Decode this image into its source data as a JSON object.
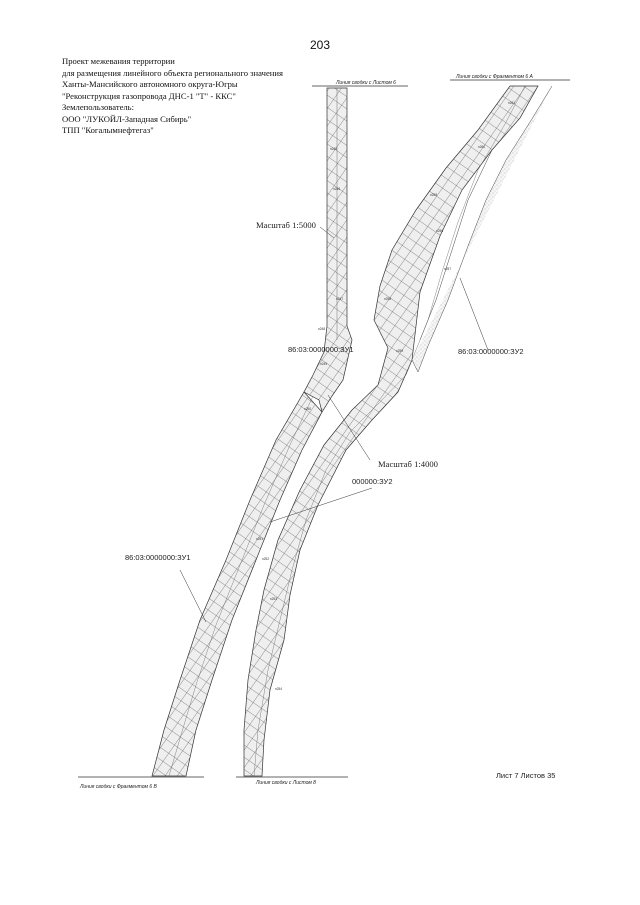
{
  "page_number": "203",
  "header": {
    "line1": "Проект межевания территории",
    "line2": "для размещения линейного объекта регионального значения",
    "line3": "Ханты-Мансийского автономного округа-Югры",
    "line4": "\"Реконструкция газопровода ДНС-1 \"Т\" - ККС\"",
    "line5": "Землепользователь:",
    "line6": "ООО \"ЛУКОЙЛ-Западная Сибирь\"",
    "line7": "ТПП \"Когалымнефтегаз\""
  },
  "match_lines": {
    "top_left": "Линия сводки с Листом 6",
    "top_right": "Линия сводки с Фрагментом 6 А",
    "bottom_left": "Линия сводки с Фрагментом 6 В",
    "bottom_mid": "Линия сводки с Листом 8"
  },
  "scales": {
    "upper": "Масштаб 1:5000",
    "lower": "Масштаб 1:4000"
  },
  "parcels": {
    "zu1_upper": "86:03:0000000:ЗУ1",
    "zu2_right": "86:03:0000000:ЗУ2",
    "zu2_lower": "000000:ЗУ2",
    "zu1_lower": "86:03:0000000:ЗУ1"
  },
  "sheet_info": "Лист 7 Листов 35",
  "colors": {
    "line": "#333333",
    "hatch": "#555555",
    "fill": "#ececec"
  }
}
